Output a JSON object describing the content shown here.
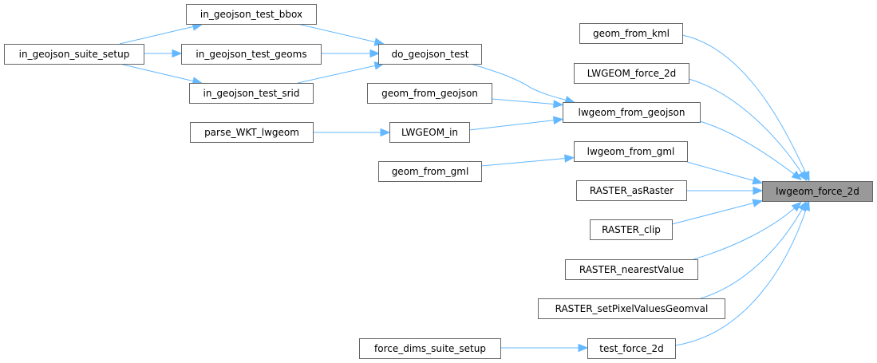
{
  "graph": {
    "type": "caller-graph",
    "focus_node": "lwgeom_force_2d",
    "colors": {
      "edge": "#63b8ff",
      "node_border": "#666666",
      "focus_fill": "#999999",
      "node_fill": "#ffffff"
    },
    "nodes": [
      {
        "id": "in_geojson_suite_setup",
        "label": "in_geojson_suite_setup"
      },
      {
        "id": "in_geojson_test_bbox",
        "label": "in_geojson_test_bbox"
      },
      {
        "id": "in_geojson_test_geoms",
        "label": "in_geojson_test_geoms"
      },
      {
        "id": "in_geojson_test_srid",
        "label": "in_geojson_test_srid"
      },
      {
        "id": "do_geojson_test",
        "label": "do_geojson_test"
      },
      {
        "id": "geom_from_geojson",
        "label": "geom_from_geojson"
      },
      {
        "id": "parse_WKT_lwgeom",
        "label": "parse_WKT_lwgeom"
      },
      {
        "id": "LWGEOM_in",
        "label": "LWGEOM_in"
      },
      {
        "id": "geom_from_gml",
        "label": "geom_from_gml"
      },
      {
        "id": "force_dims_suite_setup",
        "label": "force_dims_suite_setup"
      },
      {
        "id": "geom_from_kml",
        "label": "geom_from_kml"
      },
      {
        "id": "LWGEOM_force_2d",
        "label": "LWGEOM_force_2d"
      },
      {
        "id": "lwgeom_from_geojson",
        "label": "lwgeom_from_geojson"
      },
      {
        "id": "lwgeom_from_gml",
        "label": "lwgeom_from_gml"
      },
      {
        "id": "RASTER_asRaster",
        "label": "RASTER_asRaster"
      },
      {
        "id": "RASTER_clip",
        "label": "RASTER_clip"
      },
      {
        "id": "RASTER_nearestValue",
        "label": "RASTER_nearestValue"
      },
      {
        "id": "RASTER_setPixelValuesGeomval",
        "label": "RASTER_setPixelValuesGeomval"
      },
      {
        "id": "test_force_2d",
        "label": "test_force_2d"
      },
      {
        "id": "lwgeom_force_2d",
        "label": "lwgeom_force_2d"
      }
    ],
    "edges": [
      {
        "from": "in_geojson_suite_setup",
        "to": "in_geojson_test_bbox"
      },
      {
        "from": "in_geojson_suite_setup",
        "to": "in_geojson_test_geoms"
      },
      {
        "from": "in_geojson_suite_setup",
        "to": "in_geojson_test_srid"
      },
      {
        "from": "in_geojson_test_bbox",
        "to": "do_geojson_test"
      },
      {
        "from": "in_geojson_test_geoms",
        "to": "do_geojson_test"
      },
      {
        "from": "in_geojson_test_srid",
        "to": "do_geojson_test"
      },
      {
        "from": "do_geojson_test",
        "to": "lwgeom_from_geojson"
      },
      {
        "from": "geom_from_geojson",
        "to": "lwgeom_from_geojson"
      },
      {
        "from": "parse_WKT_lwgeom",
        "to": "LWGEOM_in"
      },
      {
        "from": "LWGEOM_in",
        "to": "lwgeom_from_geojson"
      },
      {
        "from": "geom_from_gml",
        "to": "lwgeom_from_gml"
      },
      {
        "from": "force_dims_suite_setup",
        "to": "test_force_2d"
      },
      {
        "from": "geom_from_kml",
        "to": "lwgeom_force_2d"
      },
      {
        "from": "LWGEOM_force_2d",
        "to": "lwgeom_force_2d"
      },
      {
        "from": "lwgeom_from_geojson",
        "to": "lwgeom_force_2d"
      },
      {
        "from": "lwgeom_from_gml",
        "to": "lwgeom_force_2d"
      },
      {
        "from": "RASTER_asRaster",
        "to": "lwgeom_force_2d"
      },
      {
        "from": "RASTER_clip",
        "to": "lwgeom_force_2d"
      },
      {
        "from": "RASTER_nearestValue",
        "to": "lwgeom_force_2d"
      },
      {
        "from": "RASTER_setPixelValuesGeomval",
        "to": "lwgeom_force_2d"
      },
      {
        "from": "test_force_2d",
        "to": "lwgeom_force_2d"
      }
    ]
  }
}
